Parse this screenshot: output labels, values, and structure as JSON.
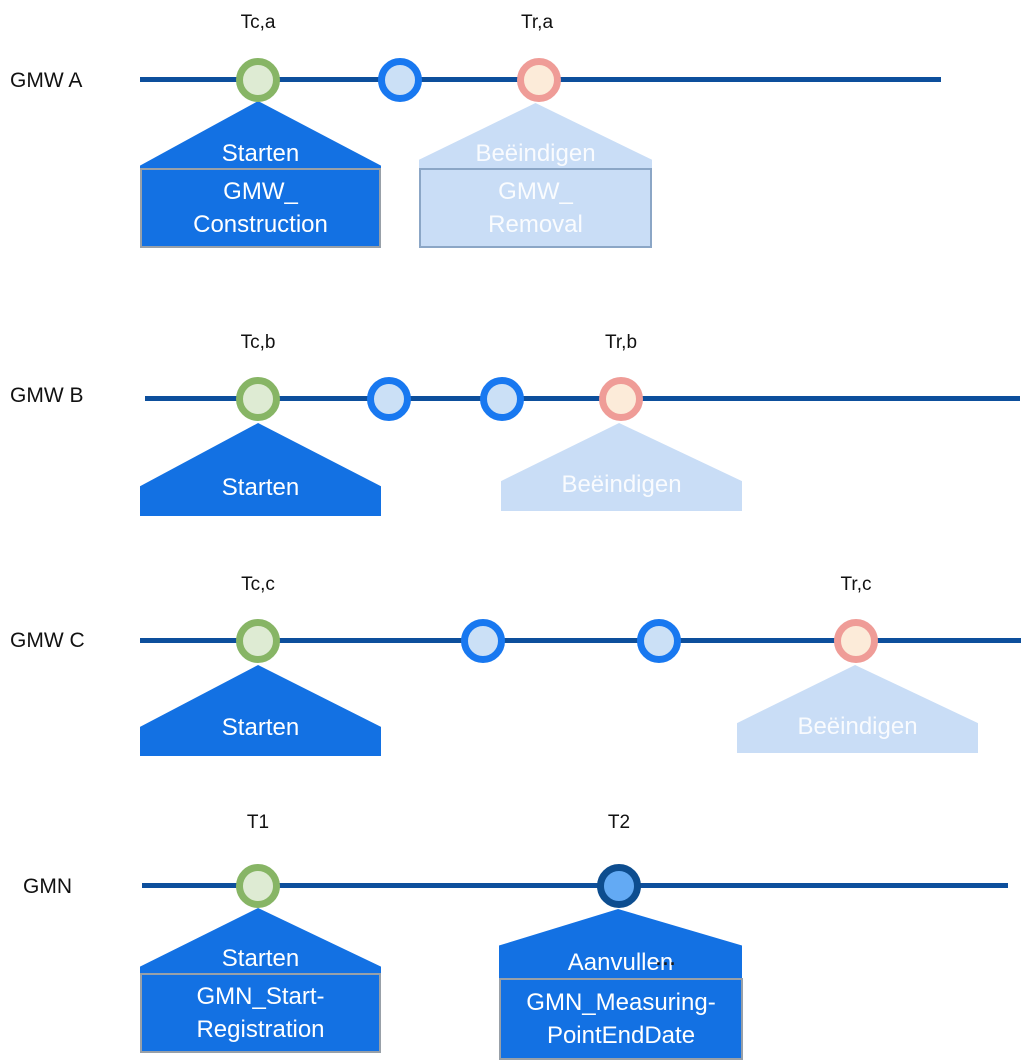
{
  "palette": {
    "timeline_line": "#0D4F9C",
    "callout_active_fill": "#1371E3",
    "callout_inactive_fill": "#C9DDF6",
    "callout_active_border": "#98A0A8",
    "callout_inactive_border": "#8BA6C6",
    "marker_start_stroke": "#87B565",
    "marker_start_fill": "#DEEBD3",
    "marker_event_stroke": "#1878F0",
    "marker_event_fill": "#CBE0F6",
    "marker_removal_stroke": "#EF9C97",
    "marker_removal_fill": "#FCEBD9",
    "marker_supplement_stroke": "#0D4D8F",
    "marker_supplement_fill": "#63AAF4"
  },
  "rows": [
    {
      "label": "GMW A",
      "markers": [
        {
          "name": "construction-start",
          "time_label": "Tc,a"
        },
        {
          "name": "intermediate-event"
        },
        {
          "name": "removal",
          "time_label": "Tr,a"
        }
      ],
      "callouts": [
        {
          "state": "active",
          "title": "Starten",
          "body_line1": "GMW_",
          "body_line2": "Construction"
        },
        {
          "state": "inactive",
          "title": "Beëindigen",
          "body_line1": "GMW_",
          "body_line2": "Removal"
        }
      ]
    },
    {
      "label": "GMW B",
      "markers": [
        {
          "name": "construction-start",
          "time_label": "Tc,b"
        },
        {
          "name": "intermediate-event"
        },
        {
          "name": "intermediate-event"
        },
        {
          "name": "removal",
          "time_label": "Tr,b"
        }
      ],
      "callouts": [
        {
          "state": "active",
          "title": "Starten"
        },
        {
          "state": "inactive",
          "title": "Beëindigen"
        }
      ]
    },
    {
      "label": "GMW C",
      "markers": [
        {
          "name": "construction-start",
          "time_label": "Tc,c"
        },
        {
          "name": "intermediate-event"
        },
        {
          "name": "intermediate-event"
        },
        {
          "name": "removal",
          "time_label": "Tr,c"
        }
      ],
      "callouts": [
        {
          "state": "active",
          "title": "Starten"
        },
        {
          "state": "inactive",
          "title": "Beëindigen"
        }
      ]
    },
    {
      "label": "GMN",
      "markers": [
        {
          "name": "registration-start",
          "time_label": "T1"
        },
        {
          "name": "supplement-event",
          "time_label": "T2"
        }
      ],
      "callouts": [
        {
          "state": "active",
          "title": "Starten",
          "body_line1": "GMN_Start-",
          "body_line2": "Registration"
        },
        {
          "state": "active",
          "title": "Aanvullen",
          "ellipsis": "...",
          "body_line1": "GMN_Measuring-",
          "body_line2": "PointEndDate"
        }
      ]
    }
  ]
}
